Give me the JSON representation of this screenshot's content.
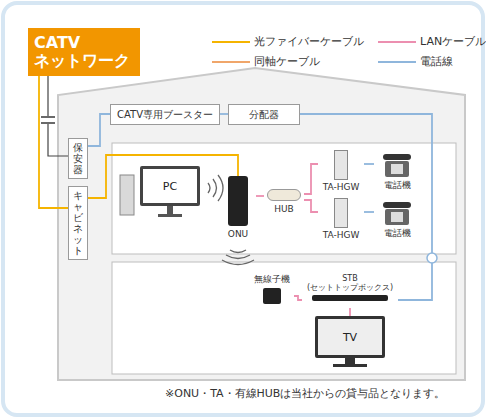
{
  "diagram": {
    "nodes": [
      {
        "text": [
          "CATV ネットワーク"
        ]
      },
      {
        "text": [
          "CATV専用ブースター"
        ]
      },
      {
        "text": [
          "分配器"
        ]
      },
      {
        "text": [
          "保安器"
        ]
      },
      {
        "text": [
          "キャビネット"
        ]
      },
      {
        "text": [
          "PC"
        ]
      },
      {
        "text": [
          "ONU"
        ]
      },
      {
        "text": [
          "HUB"
        ]
      },
      {
        "text": [
          "TA-HGW"
        ]
      },
      {
        "text": [
          "電話機"
        ]
      },
      {
        "text": [
          "TA-HGW"
        ]
      },
      {
        "text": [
          "電話機"
        ]
      },
      {
        "text": [
          "無線子機"
        ]
      },
      {
        "text": [
          "STB (セットトップボックス)"
        ]
      },
      {
        "text": [
          "TV"
        ]
      }
    ],
    "edges": [
      {
        "from": 0,
        "to": 3,
        "arrow": "none"
      },
      {
        "from": 0,
        "to": 4,
        "arrow": "none"
      },
      {
        "from": 3,
        "to": 1,
        "arrow": "none"
      },
      {
        "from": 1,
        "to": 2,
        "arrow": "none"
      },
      {
        "from": 2,
        "to": 13,
        "arrow": "none"
      },
      {
        "from": 4,
        "to": 6,
        "arrow": "none"
      },
      {
        "from": 6,
        "to": 7,
        "arrow": "none"
      },
      {
        "from": 7,
        "to": 8,
        "arrow": "none"
      },
      {
        "from": 7,
        "to": 10,
        "arrow": "none"
      },
      {
        "from": 8,
        "to": 9,
        "arrow": "none"
      },
      {
        "from": 10,
        "to": 11,
        "arrow": "none"
      },
      {
        "from": 12,
        "to": 13,
        "arrow": "none"
      },
      {
        "from": 13,
        "to": 14,
        "arrow": "none"
      }
    ],
    "labels": [
      "※ONU・TA・有線HUBは当社からの貸与品となります。"
    ],
    "legend": [
      {
        "text": "光ファイバーケーブル"
      },
      {
        "text": "LANケーブル"
      },
      {
        "text": "同軸ケーブル"
      },
      {
        "text": "電話線"
      }
    ]
  }
}
